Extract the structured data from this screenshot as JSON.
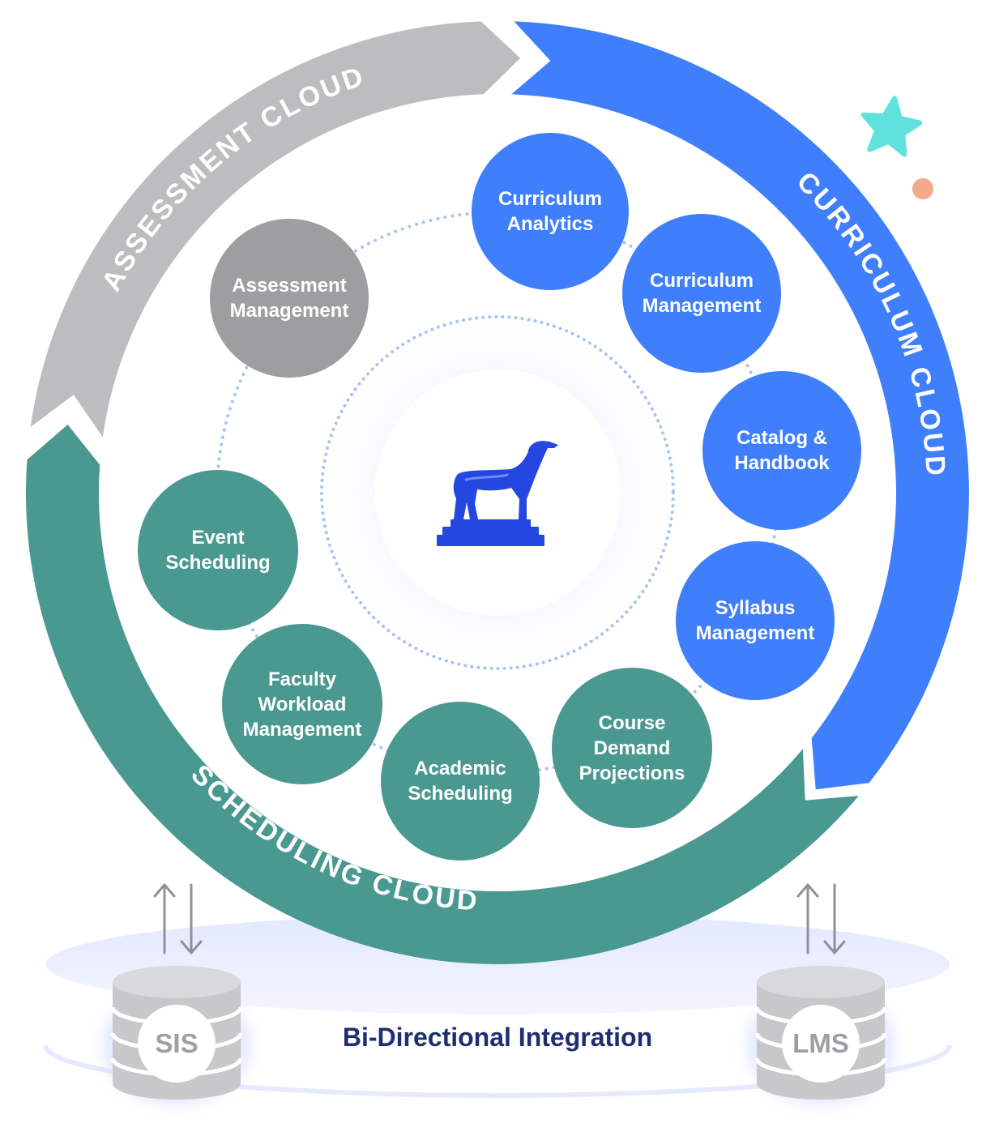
{
  "clouds": {
    "assessment": {
      "label": "ASSESSMENT CLOUD",
      "color": "#bcbdbf"
    },
    "curriculum": {
      "label": "CURRICULUM CLOUD",
      "color": "#3f7ffc"
    },
    "scheduling": {
      "label": "SCHEDULING CLOUD",
      "color": "#4a9991"
    }
  },
  "modules": [
    {
      "id": "curriculum-analytics",
      "label": "Curriculum\nAnalytics",
      "cloud": "curriculum"
    },
    {
      "id": "curriculum-management",
      "label": "Curriculum\nManagement",
      "cloud": "curriculum"
    },
    {
      "id": "catalog-handbook",
      "label": "Catalog &\nHandbook",
      "cloud": "curriculum"
    },
    {
      "id": "syllabus-management",
      "label": "Syllabus\nManagement",
      "cloud": "curriculum"
    },
    {
      "id": "course-demand-projections",
      "label": "Course\nDemand\nProjections",
      "cloud": "scheduling"
    },
    {
      "id": "academic-scheduling",
      "label": "Academic\nScheduling",
      "cloud": "scheduling"
    },
    {
      "id": "faculty-workload-management",
      "label": "Faculty\nWorkload\nManagement",
      "cloud": "scheduling"
    },
    {
      "id": "event-scheduling",
      "label": "Event\nScheduling",
      "cloud": "scheduling"
    },
    {
      "id": "assessment-management",
      "label": "Assessment\nManagement",
      "cloud": "assessment"
    }
  ],
  "center": {
    "icon": "greyhound-statue-logo",
    "color": "#2447e0"
  },
  "integration": {
    "title": "Bi-Directional Integration",
    "databases": [
      {
        "id": "sis",
        "label": "SIS",
        "icon": "database-icon"
      },
      {
        "id": "lms",
        "label": "LMS",
        "icon": "database-icon"
      }
    ],
    "arrow_icon": "bidirectional-arrows-icon"
  },
  "decorations": {
    "star_color": "#5fe3dc",
    "dot_color": "#f4a98a",
    "ring_dot_color": "#a8c3f0"
  }
}
